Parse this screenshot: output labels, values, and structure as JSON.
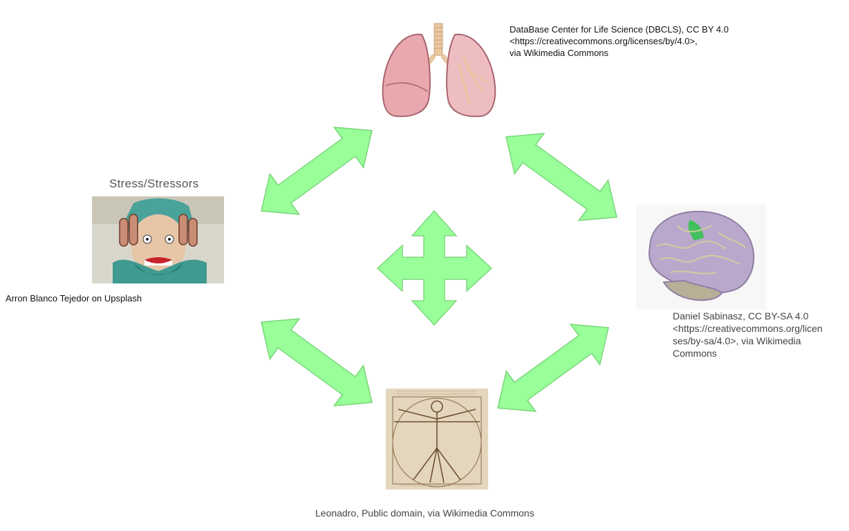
{
  "stress": {
    "title": "Stress/Stressors",
    "credit": "Arron Blanco Tejedor on Upsplash"
  },
  "lungs": {
    "credit": "DataBase Center for Life Science (DBCLS), CC BY 4.0\n<https://creativecommons.org/licenses/by/4.0>,\n via Wikimedia Commons"
  },
  "brain": {
    "credit": "Daniel Sabinasz, CC BY-SA 4.0\n<https://creativecommons.org/licen\nses/by-sa/4.0>, via Wikimedia\nCommons"
  },
  "vitruvian": {
    "credit": "Leonadro, Public domain, via Wikimedia Commons"
  },
  "colors": {
    "arrow_fill": "#99ff99",
    "arrow_stroke": "#7ed77e"
  }
}
